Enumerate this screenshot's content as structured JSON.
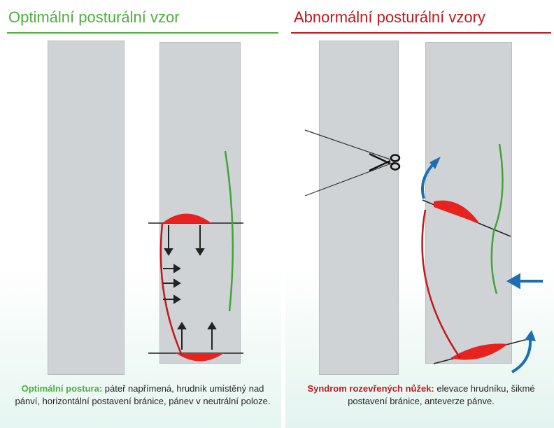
{
  "left": {
    "title": "Optimální posturální vzor",
    "caption_lead": "Optimální postura:",
    "caption_body": " páteř napřímená, hrudník umístěný nad pánví, horizontální postavení bránice, pánev v neutrální poloze."
  },
  "right": {
    "title": "Abnormální  posturální vzory",
    "caption_lead": "Syndrom rozevřených nůžek:",
    "caption_body": " elevace hrudníku, šikmé postavení bránice, anteverze pánve."
  },
  "colors": {
    "green": "#4caf3c",
    "red": "#c0181d",
    "diaphragm": "#e8221f",
    "arrow_blue": "#1f6db3"
  },
  "icons": [
    "scissors-icon",
    "arrow-right-icon",
    "arrow-down-icon",
    "arrow-up-icon",
    "curved-arrow-icon"
  ]
}
